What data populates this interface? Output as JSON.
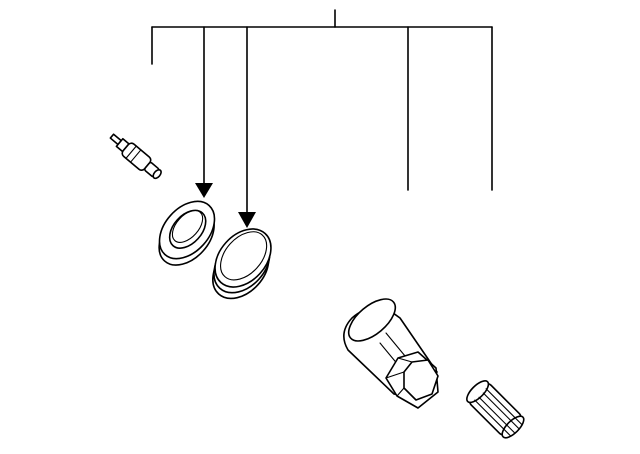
{
  "diagram": {
    "kind": "exploded parts view",
    "stroke_color": "#000000",
    "background_color": "#ffffff",
    "callout_lines": 6,
    "arrowed_callouts": 2,
    "parts": [
      "valve-stem",
      "grommet",
      "seal-washer",
      "tpms-sensor-housing",
      "valve-cap"
    ]
  }
}
